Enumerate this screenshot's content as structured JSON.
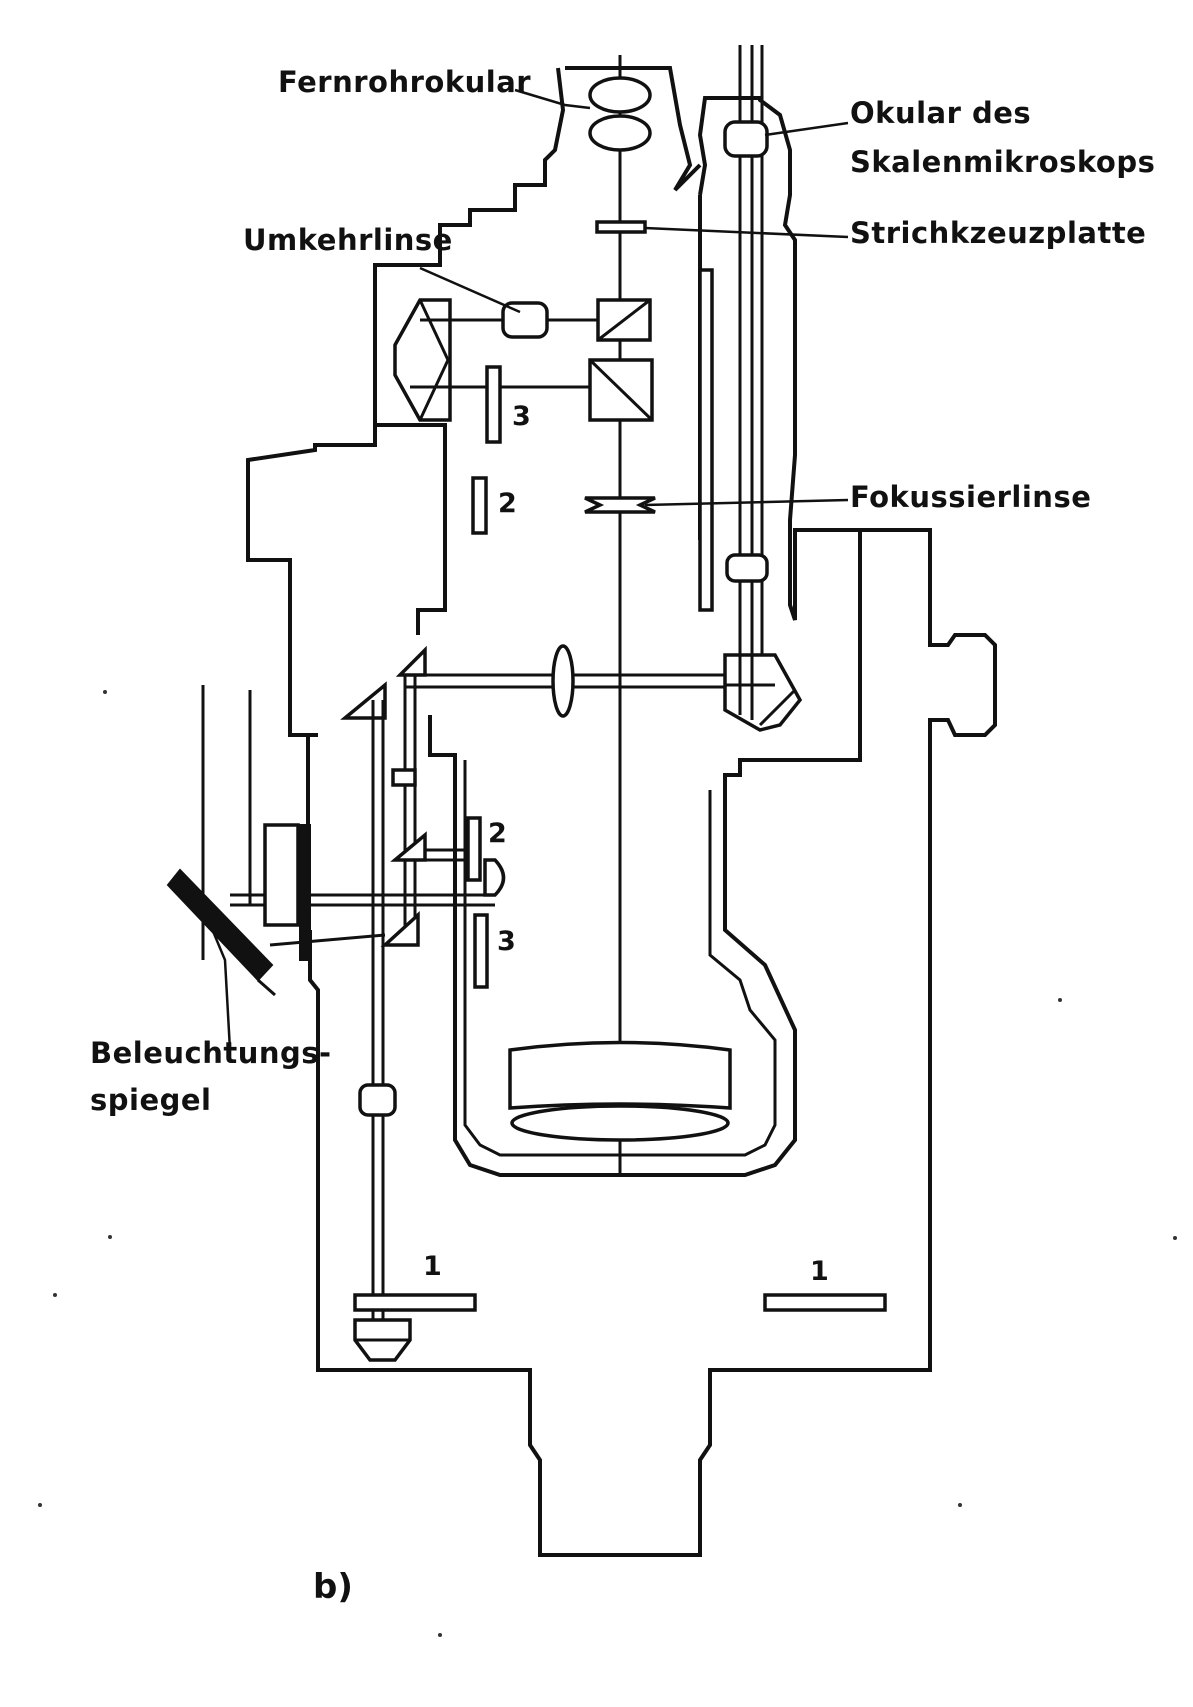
{
  "figure": {
    "panel_label": "b)"
  },
  "labels": {
    "fernrohrokular": "Fernrohrokular",
    "okular_line1": "Okular des",
    "okular_line2": "Skalenmikroskops",
    "umkehrlinse": "Umkehrlinse",
    "strichkreuzplatte": "Strichkzeuzplatte",
    "fokussierlinse": "Fokussierlinse",
    "beleuchtung_line1": "Beleuchtungs-",
    "beleuchtung_line2": "spiegel"
  },
  "markers": {
    "upper_3": "3",
    "upper_2": "2",
    "mid_2": "2",
    "mid_3": "3",
    "lower_1_left": "1",
    "lower_1_right": "1"
  }
}
